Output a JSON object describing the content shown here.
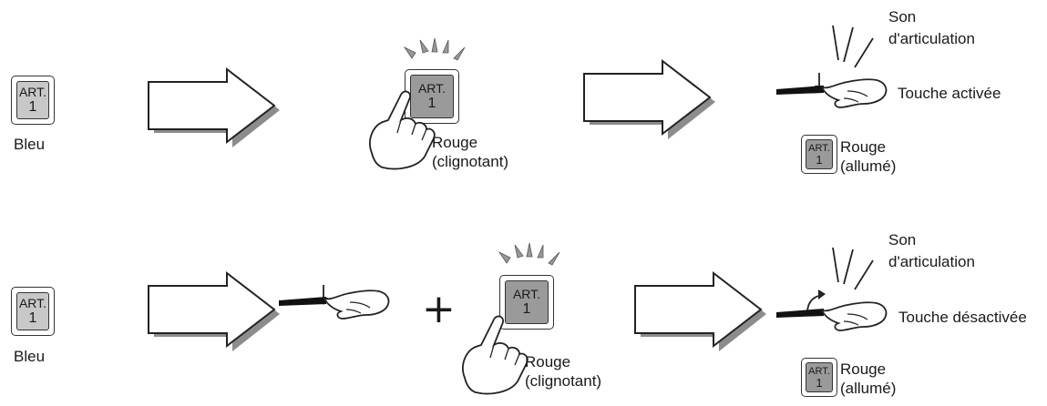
{
  "button": {
    "line1": "ART.",
    "line2": "1"
  },
  "row1": {
    "state_blue": "Bleu",
    "state_blink": [
      "Rouge",
      "(clignotant)"
    ],
    "sound": [
      "Son",
      "d'articulation"
    ],
    "key_state": "Touche activée",
    "state_lit": [
      "Rouge",
      "(allumé)"
    ]
  },
  "row2": {
    "state_blue": "Bleu",
    "plus": "+",
    "state_blink": [
      "Rouge",
      "(clignotant)"
    ],
    "sound": [
      "Son",
      "d'articulation"
    ],
    "key_state": "Touche désactivée",
    "state_lit": [
      "Rouge",
      "(allumé)"
    ]
  }
}
